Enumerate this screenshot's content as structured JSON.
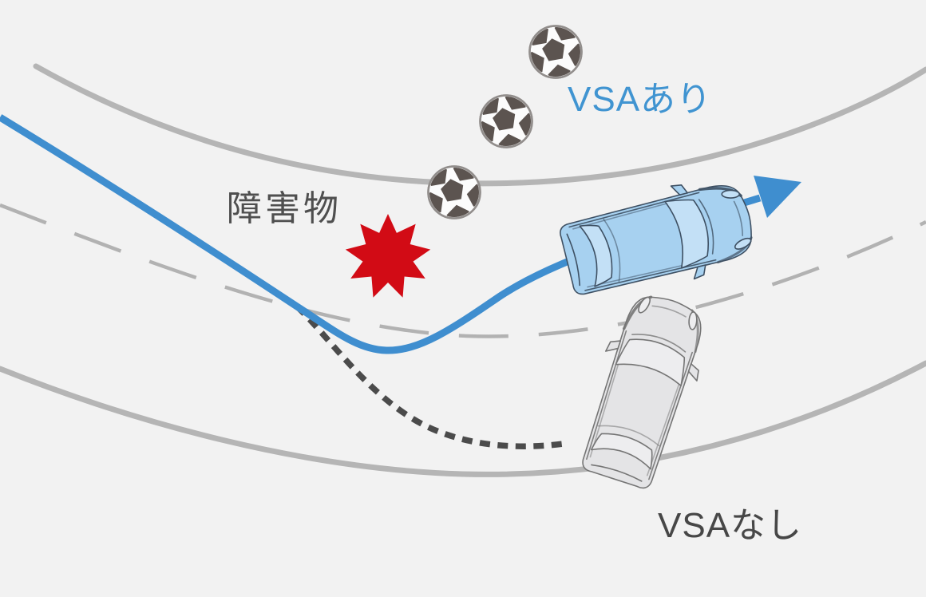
{
  "labels": {
    "obstacle": "障害物",
    "with_vsa": "VSAあり",
    "without_vsa": "VSAなし"
  },
  "colors": {
    "background": "#f2f2f2",
    "road_edge_gray": "#b5b5b5",
    "lane_dash_gray": "#b2b2b2",
    "vsa_path_blue": "#3f8ecf",
    "vsa_label_blue": "#4094d1",
    "no_vsa_path_dark_gray": "#4b4b4b",
    "obstacle_label_gray": "#4f4f4f",
    "no_vsa_label_gray": "#474747",
    "obstacle_star_red": "#d20b15",
    "vsa_car_body_blue": "#a7d1f0",
    "vsa_car_outline_blue": "#3e5063",
    "no_vsa_car_body_gray": "#e4e4e6",
    "no_vsa_car_outline_gray": "#757575",
    "soccer_ball_patch_gray": "#5c5450"
  },
  "icons": {
    "bouncing_object": "soccer-ball-icon",
    "soccer_ball_count": "3",
    "obstacle_marker": "burst-star-icon",
    "vsa_direction": "arrow-up-right-icon",
    "vsa_vehicle": "car-top-view-icon",
    "no_vsa_vehicle": "car-top-view-icon"
  }
}
